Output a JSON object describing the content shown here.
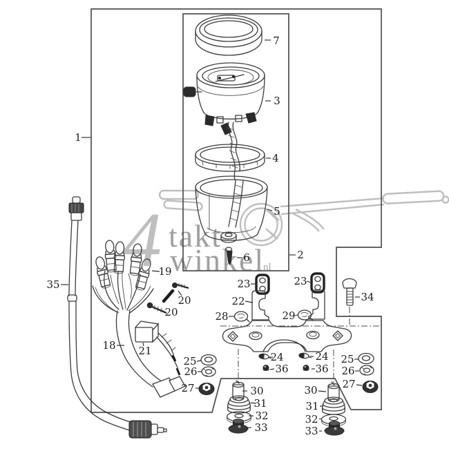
{
  "page": {
    "background": "#ffffff"
  },
  "colors": {
    "line": "#3a3a3a",
    "frame": "#4d4d4d",
    "dark_fill": "#2b2b2b",
    "label_text": "#1b1b1b",
    "watermark_numeral": "#b5b5b5",
    "watermark_text": "#909090",
    "watermark_art": "#b3b3b3"
  },
  "watermark": {
    "numeral": "4",
    "line1": "takt",
    "line2": "winkel",
    "tld": "nl"
  },
  "labels": {
    "n1": "1",
    "n2": "2",
    "n3": "3",
    "n4": "4",
    "n5": "5",
    "n6": "6",
    "n7": "7",
    "n18": "18",
    "n19": "19",
    "n20": "20",
    "n21": "21",
    "n22": "22",
    "n23": "23",
    "n24": "24",
    "n25": "25",
    "n26": "26",
    "n27": "27",
    "n28": "28",
    "n29": "29",
    "n30": "30",
    "n31": "31",
    "n32": "32",
    "n33": "33",
    "n34": "34",
    "n35": "35",
    "n36": "36"
  }
}
